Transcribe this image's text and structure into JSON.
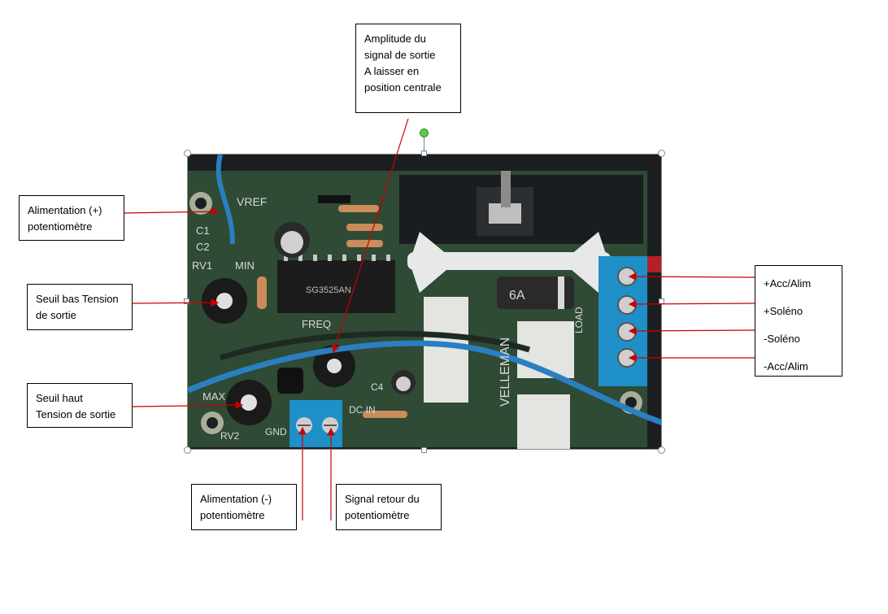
{
  "callouts": {
    "amplitude": [
      "Amplitude du",
      "signal de sortie",
      "A laisser en",
      "position centrale"
    ],
    "alim_plus": [
      "Alimentation (+)",
      "potentiomètre"
    ],
    "seuil_bas": [
      "Seuil bas Tension",
      "de sortie"
    ],
    "seuil_haut": [
      "Seuil haut",
      "Tension de sortie"
    ],
    "alim_moins": [
      "Alimentation (-)",
      "potentiomètre"
    ],
    "signal_retour": [
      "Signal retour du",
      "potentiomètre"
    ],
    "terminals": [
      "+Acc/Alim",
      "+Soléno",
      "-Soléno",
      "-Acc/Alim"
    ]
  },
  "board_markings": {
    "vref": "VREF",
    "min": "MIN",
    "max": "MAX",
    "rv1": "RV1",
    "rv2": "RV2",
    "c1": "C1",
    "c2": "C2",
    "c4": "C4",
    "gnd": "GND",
    "dc_in": "DC IN",
    "freq": "FREQ",
    "load": "LOAD",
    "velleman": "VELLEMAN",
    "chip": "SG3525AN",
    "fuse": "6A"
  },
  "colors": {
    "arrow": "#cc0000",
    "pcb": "#2f4a35",
    "heatsink": "#e8e8e8",
    "wire": "#2a7fc0",
    "terminal_block": "#1f8fc8"
  }
}
